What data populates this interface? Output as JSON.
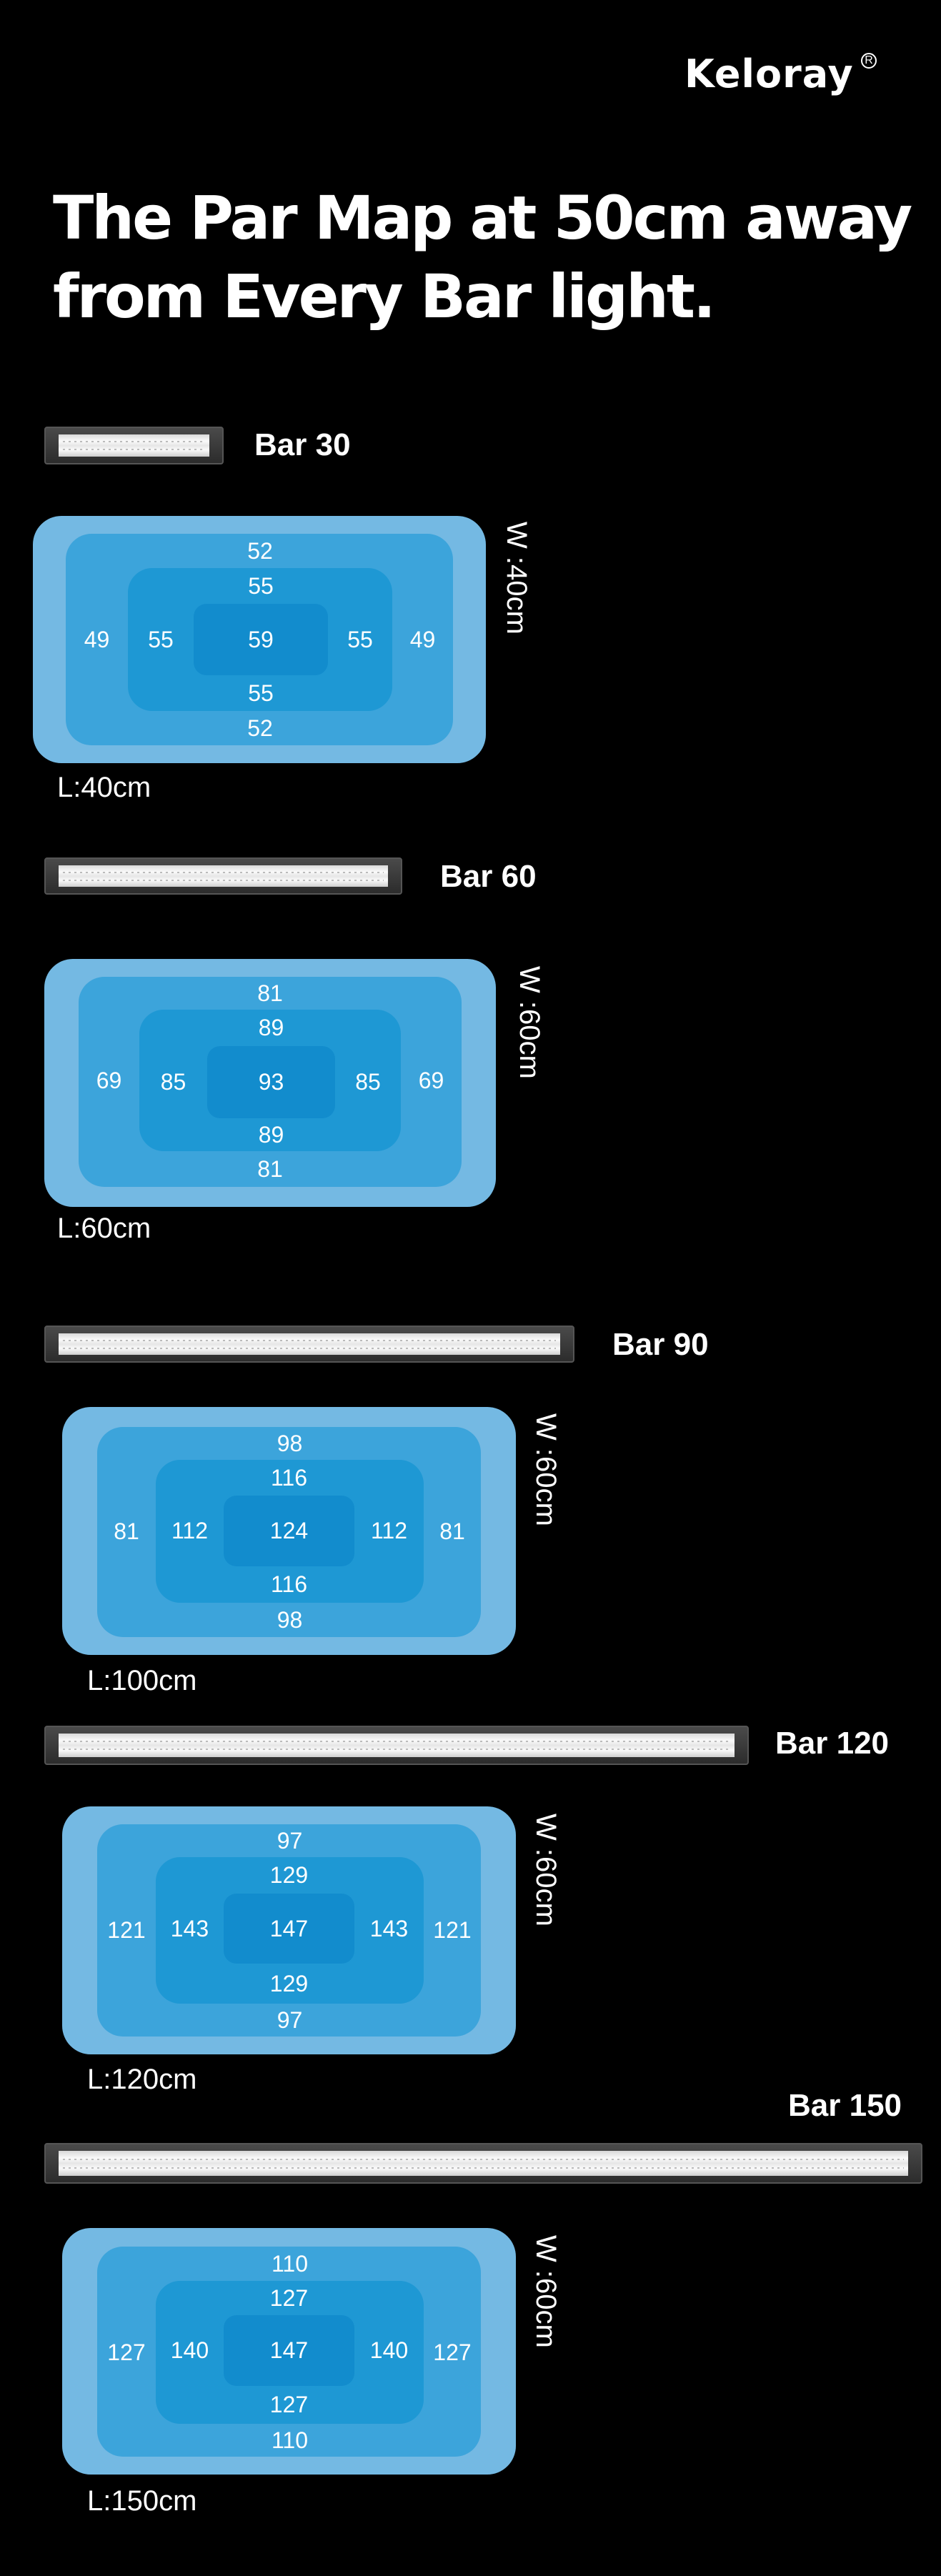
{
  "brand": {
    "name": "Keloray",
    "registered": "R"
  },
  "title": {
    "line1": "The Par Map at 50cm away",
    "line2": "from Every Bar light."
  },
  "colors": {
    "background": "#000000",
    "outer": "#74b9e3",
    "ring1": "#3ca4db",
    "ring2": "#1e98d4",
    "core": "#128ccd"
  },
  "sections": [
    {
      "bar": "Bar 30",
      "length": "L:40cm",
      "width": "W :40cm",
      "ring1": {
        "top": "52",
        "bottom": "52",
        "left": "49",
        "right": "49"
      },
      "ring2": {
        "top": "55",
        "bottom": "55",
        "left": "55",
        "right": "55"
      },
      "core": "59"
    },
    {
      "bar": "Bar 60",
      "length": "L:60cm",
      "width": "W :60cm",
      "ring1": {
        "top": "81",
        "bottom": "81",
        "left": "69",
        "right": "69"
      },
      "ring2": {
        "top": "89",
        "bottom": "89",
        "left": "85",
        "right": "85"
      },
      "core": "93"
    },
    {
      "bar": "Bar 90",
      "length": "L:100cm",
      "width": "W :60cm",
      "ring1": {
        "top": "98",
        "bottom": "98",
        "left": "81",
        "right": "81"
      },
      "ring2": {
        "top": "116",
        "bottom": "116",
        "left": "112",
        "right": "112"
      },
      "core": "124"
    },
    {
      "bar": "Bar 120",
      "length": "L:120cm",
      "width": "W :60cm",
      "ring1": {
        "top": "97",
        "bottom": "97",
        "left": "121",
        "right": "121"
      },
      "ring2": {
        "top": "129",
        "bottom": "129",
        "left": "143",
        "right": "143"
      },
      "core": "147"
    },
    {
      "bar": "Bar 150",
      "length": "L:150cm",
      "width": "W :60cm",
      "ring1": {
        "top": "110",
        "bottom": "110",
        "left": "127",
        "right": "127"
      },
      "ring2": {
        "top": "127",
        "bottom": "127",
        "left": "140",
        "right": "140"
      },
      "core": "147"
    }
  ]
}
